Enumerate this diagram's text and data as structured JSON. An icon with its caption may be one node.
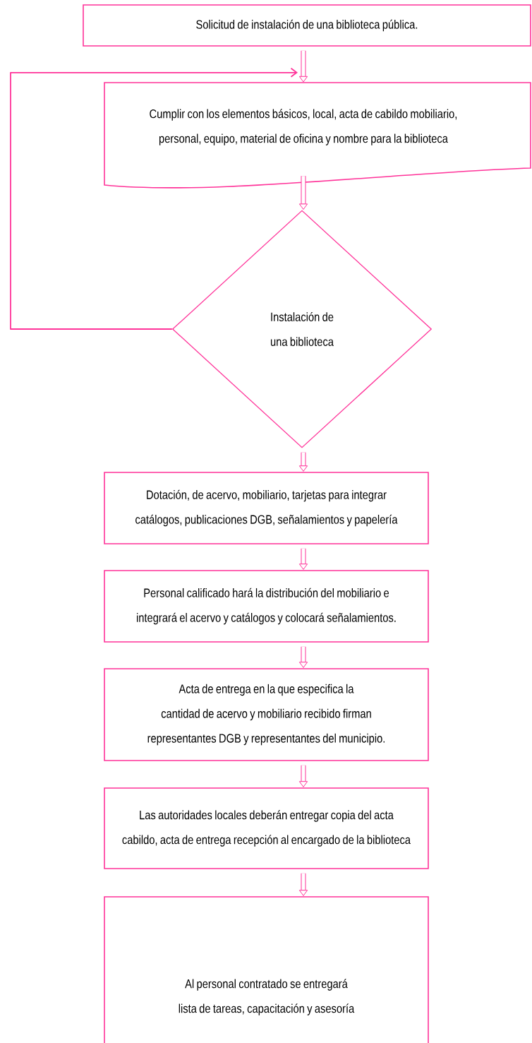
{
  "diagram": {
    "nodes": [
      {
        "text": [
          "Solicitud de instalación de una biblioteca pública."
        ]
      },
      {
        "text": [
          "Cumplir con los elementos básicos, local, acta de cabildo mobiliario, personal, equipo, material de oficina y nombre para la biblioteca"
        ]
      },
      {
        "text": [
          "Instalación de una biblioteca"
        ]
      },
      {
        "text": [
          "Dotación, de acervo, mobiliario, tarjetas para integrar catálogos, publicaciones DGB, señalamientos y papelería"
        ]
      },
      {
        "text": [
          "Personal calificado hará la distribución del mobiliario e integrará el acervo y catálogos y colocará señalamientos."
        ]
      },
      {
        "text": [
          "Acta de entrega en la que especifica la cantidad de acervo y mobiliario recibido firman representantes DGB y representantes del municipio."
        ]
      },
      {
        "text": [
          "Las autoridades locales deberán entregar copia del acta cabildo, acta de entrega recepción al encargado de la biblioteca"
        ]
      },
      {
        "text": [
          "Al personal contratado se entregará lista de tareas, capacitación y asesoría"
        ]
      }
    ],
    "edges": [
      {
        "from": 0,
        "to": 1,
        "arrow": "to"
      },
      {
        "from": 1,
        "to": 2,
        "arrow": "to"
      },
      {
        "from": 2,
        "to": 3,
        "arrow": "to"
      },
      {
        "from": 3,
        "to": 4,
        "arrow": "to"
      },
      {
        "from": 4,
        "to": 5,
        "arrow": "to"
      },
      {
        "from": 5,
        "to": 6,
        "arrow": "to"
      },
      {
        "from": 6,
        "to": 7,
        "arrow": "to"
      },
      {
        "from": 2,
        "to": 1,
        "arrow": "to"
      }
    ]
  }
}
